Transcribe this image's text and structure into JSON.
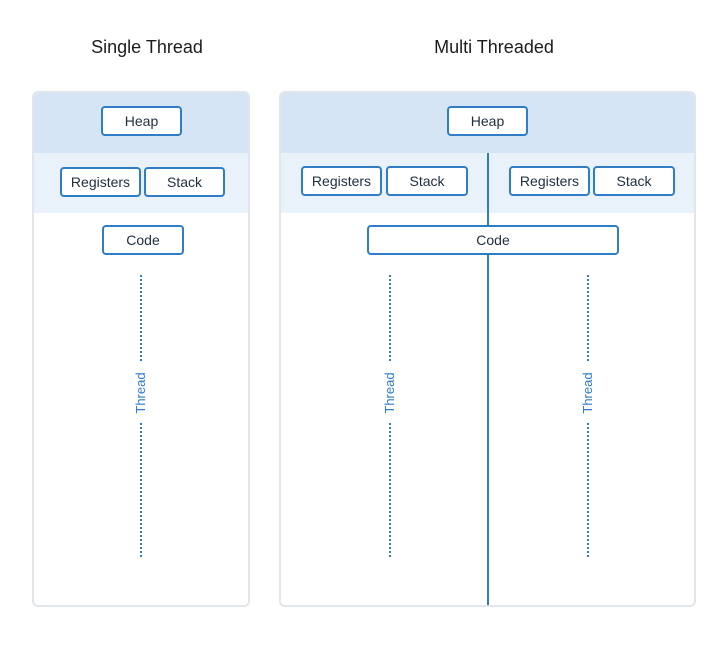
{
  "single": {
    "title": "Single Thread",
    "heap": "Heap",
    "registers": "Registers",
    "stack": "Stack",
    "code": "Code",
    "thread": "Thread"
  },
  "multi": {
    "title": "Multi Threaded",
    "heap": "Heap",
    "code": "Code",
    "threads": [
      {
        "registers": "Registers",
        "stack": "Stack",
        "thread": "Thread"
      },
      {
        "registers": "Registers",
        "stack": "Stack",
        "thread": "Thread"
      }
    ]
  },
  "colors": {
    "accent": "#2f7dc7",
    "heap_band": "#d5e5f5",
    "thread_band": "#e9f1fa",
    "panel_border": "#e1e6ec"
  }
}
